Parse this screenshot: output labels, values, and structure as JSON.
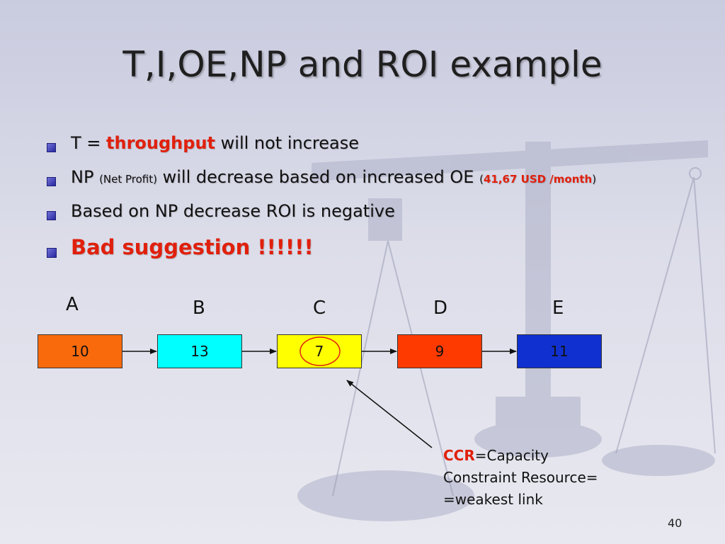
{
  "slide": {
    "title": "T,I,OE,NP and ROI example",
    "bullets": [
      {
        "pre": "T = ",
        "highlight": "throughput",
        "post": " will not increase"
      },
      {
        "pre": "NP ",
        "small": "(Net Profit)",
        "mid": " will decrease based on increased OE ",
        "paren_open": "(",
        "red": "41,67 USD /month",
        "paren_close": ")"
      },
      {
        "text": "Based on NP decrease ROI is negative"
      },
      {
        "text": "Bad suggestion  !!!!!!"
      }
    ],
    "stations": [
      {
        "letter": "A",
        "value": "10",
        "color": "#f96a0c"
      },
      {
        "letter": "B",
        "value": "13",
        "color": "#00ffff"
      },
      {
        "letter": "C",
        "value": "7",
        "color": "#ffff00"
      },
      {
        "letter": "D",
        "value": "9",
        "color": "#ff3a00"
      },
      {
        "letter": "E",
        "value": "11",
        "color": "#1030d0"
      }
    ],
    "ccr_note": {
      "label": "CCR",
      "line1": "=Capacity",
      "line2": "Constraint Resource=",
      "line3": "=weakest link"
    },
    "page_number": "40"
  }
}
